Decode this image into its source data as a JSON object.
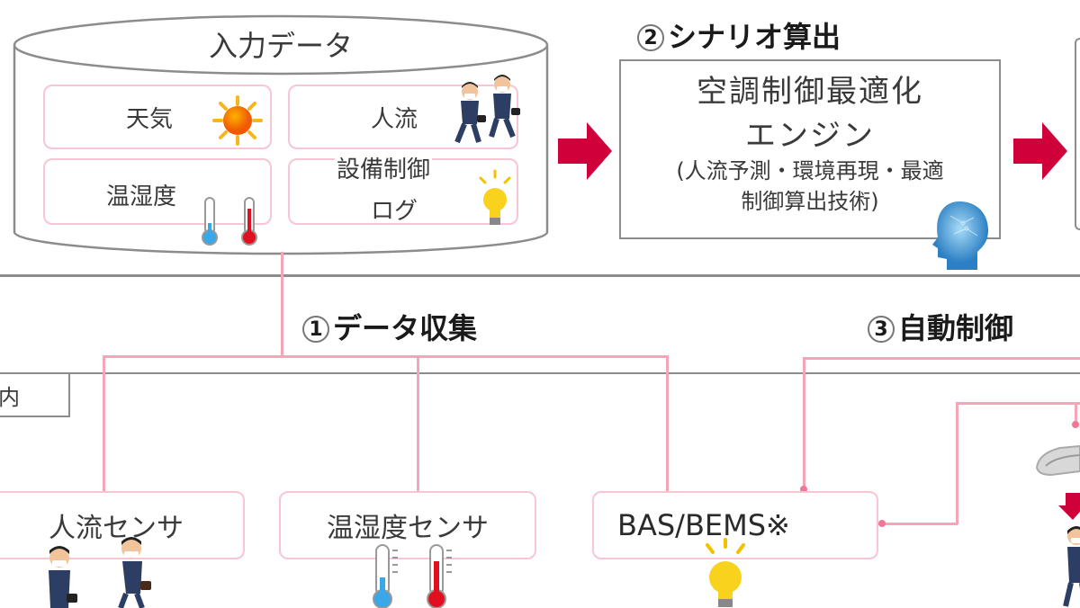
{
  "input_data": {
    "title": "入力データ",
    "items": [
      {
        "label": "天気",
        "icon": "sun-icon"
      },
      {
        "label": "人流",
        "icon": "people-icon"
      },
      {
        "label": "温湿度",
        "icon": "thermometer-icon"
      },
      {
        "label": "設備制御\nログ",
        "label_line1": "設備制御",
        "label_line2": "ログ",
        "icon": "lightbulb-icon"
      }
    ]
  },
  "steps": {
    "step1": {
      "number": "1",
      "label": "データ収集"
    },
    "step2": {
      "number": "2",
      "label": "シナリオ算出"
    },
    "step3": {
      "number": "3",
      "label": "自動制御"
    }
  },
  "engine": {
    "title_line1": "空調制御最適化",
    "title_line2": "エンジン",
    "desc_line1": "(人流予測・環境再現・最適",
    "desc_line2": "制御算出技術)",
    "icon": "ai-head-icon"
  },
  "sensors": [
    {
      "label": "人流センサ",
      "icon": "people-icon"
    },
    {
      "label": "温湿度センサ",
      "icon": "thermometer-icon"
    },
    {
      "label": "BAS/BEMS※",
      "icon": "lightbulb-icon"
    }
  ],
  "left_box": {
    "label": "内"
  },
  "colors": {
    "arrow_red": "#d0003a",
    "connector_pink": "#f4a6b8",
    "box_border_pink": "#f7c6d2",
    "frame_gray": "#8c8c8c"
  }
}
